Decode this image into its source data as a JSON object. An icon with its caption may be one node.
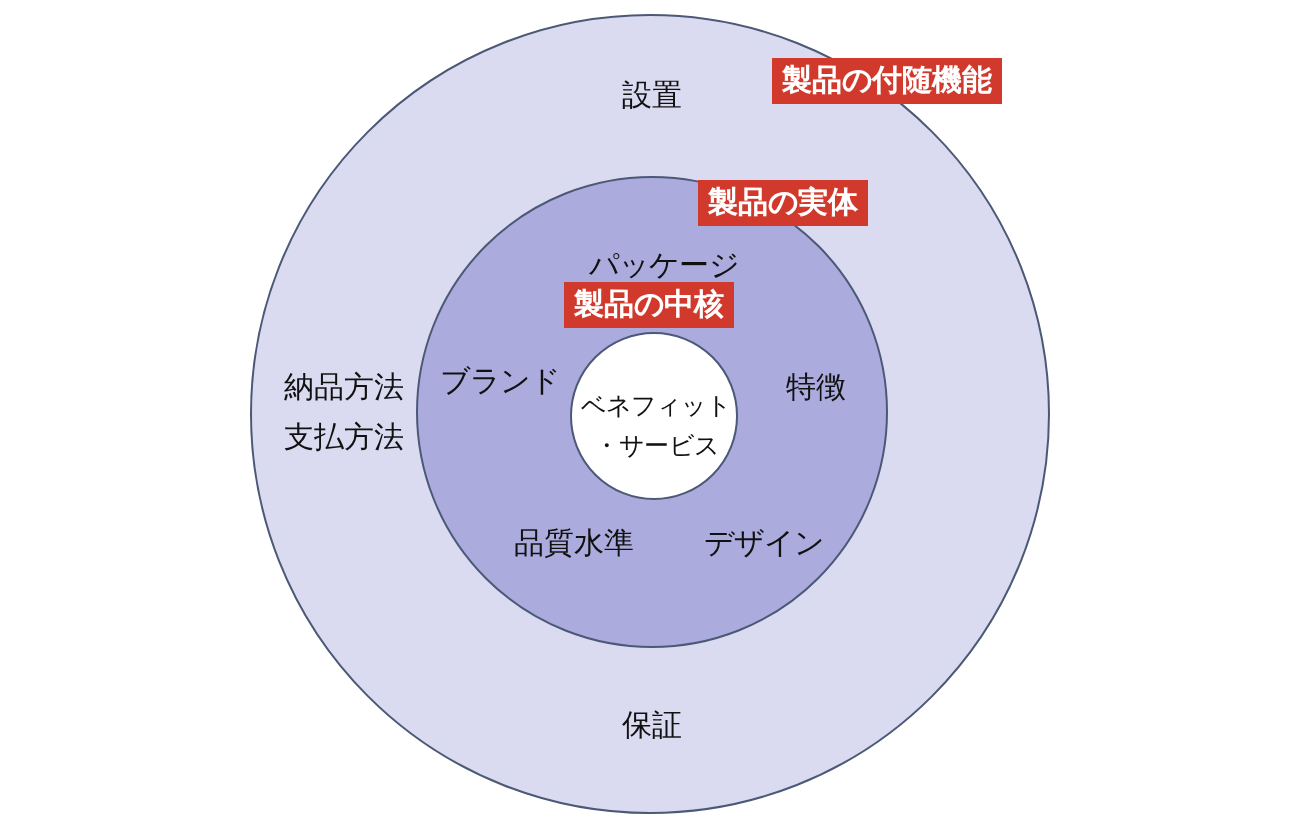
{
  "diagram": {
    "nodes": [
      {
        "text": [
          "設置",
          "納品方法",
          "支払方法",
          "保証"
        ]
      },
      {
        "text": [
          "製品の付随機能"
        ],
        "in": 0
      },
      {
        "text": [
          "パッケージ",
          "ブランド",
          "特徴",
          "品質水準",
          "デザイン"
        ],
        "in": 0
      },
      {
        "text": [
          "製品の実体"
        ],
        "in": 2
      },
      {
        "text": [
          "ベネフィット・サービス"
        ],
        "in": 2
      },
      {
        "text": [
          "製品の中核"
        ],
        "in": 2
      }
    ]
  }
}
